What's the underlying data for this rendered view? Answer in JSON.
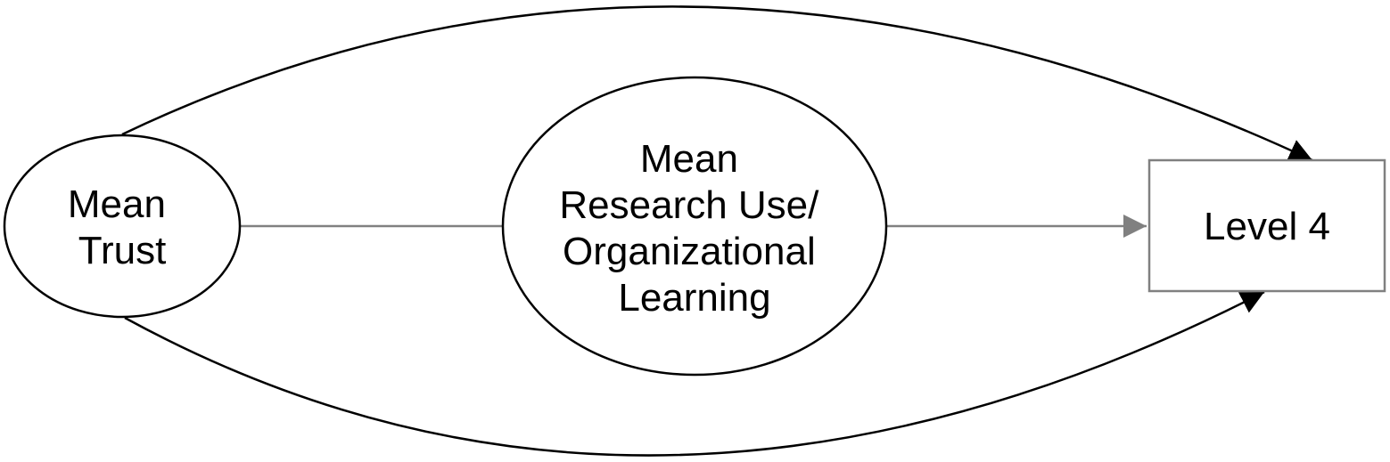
{
  "nodes": {
    "mean_trust": {
      "lines": [
        "Mean",
        "Trust"
      ]
    },
    "mediator": {
      "lines": [
        "Mean",
        "Research Use/",
        "Organizational",
        "Learning"
      ]
    },
    "outcome": {
      "lines": [
        "Level 4"
      ]
    }
  },
  "colors": {
    "node_stroke": "#000000",
    "box_stroke": "#808080",
    "connector": "#808080",
    "curve": "#000000",
    "text": "#000000"
  }
}
